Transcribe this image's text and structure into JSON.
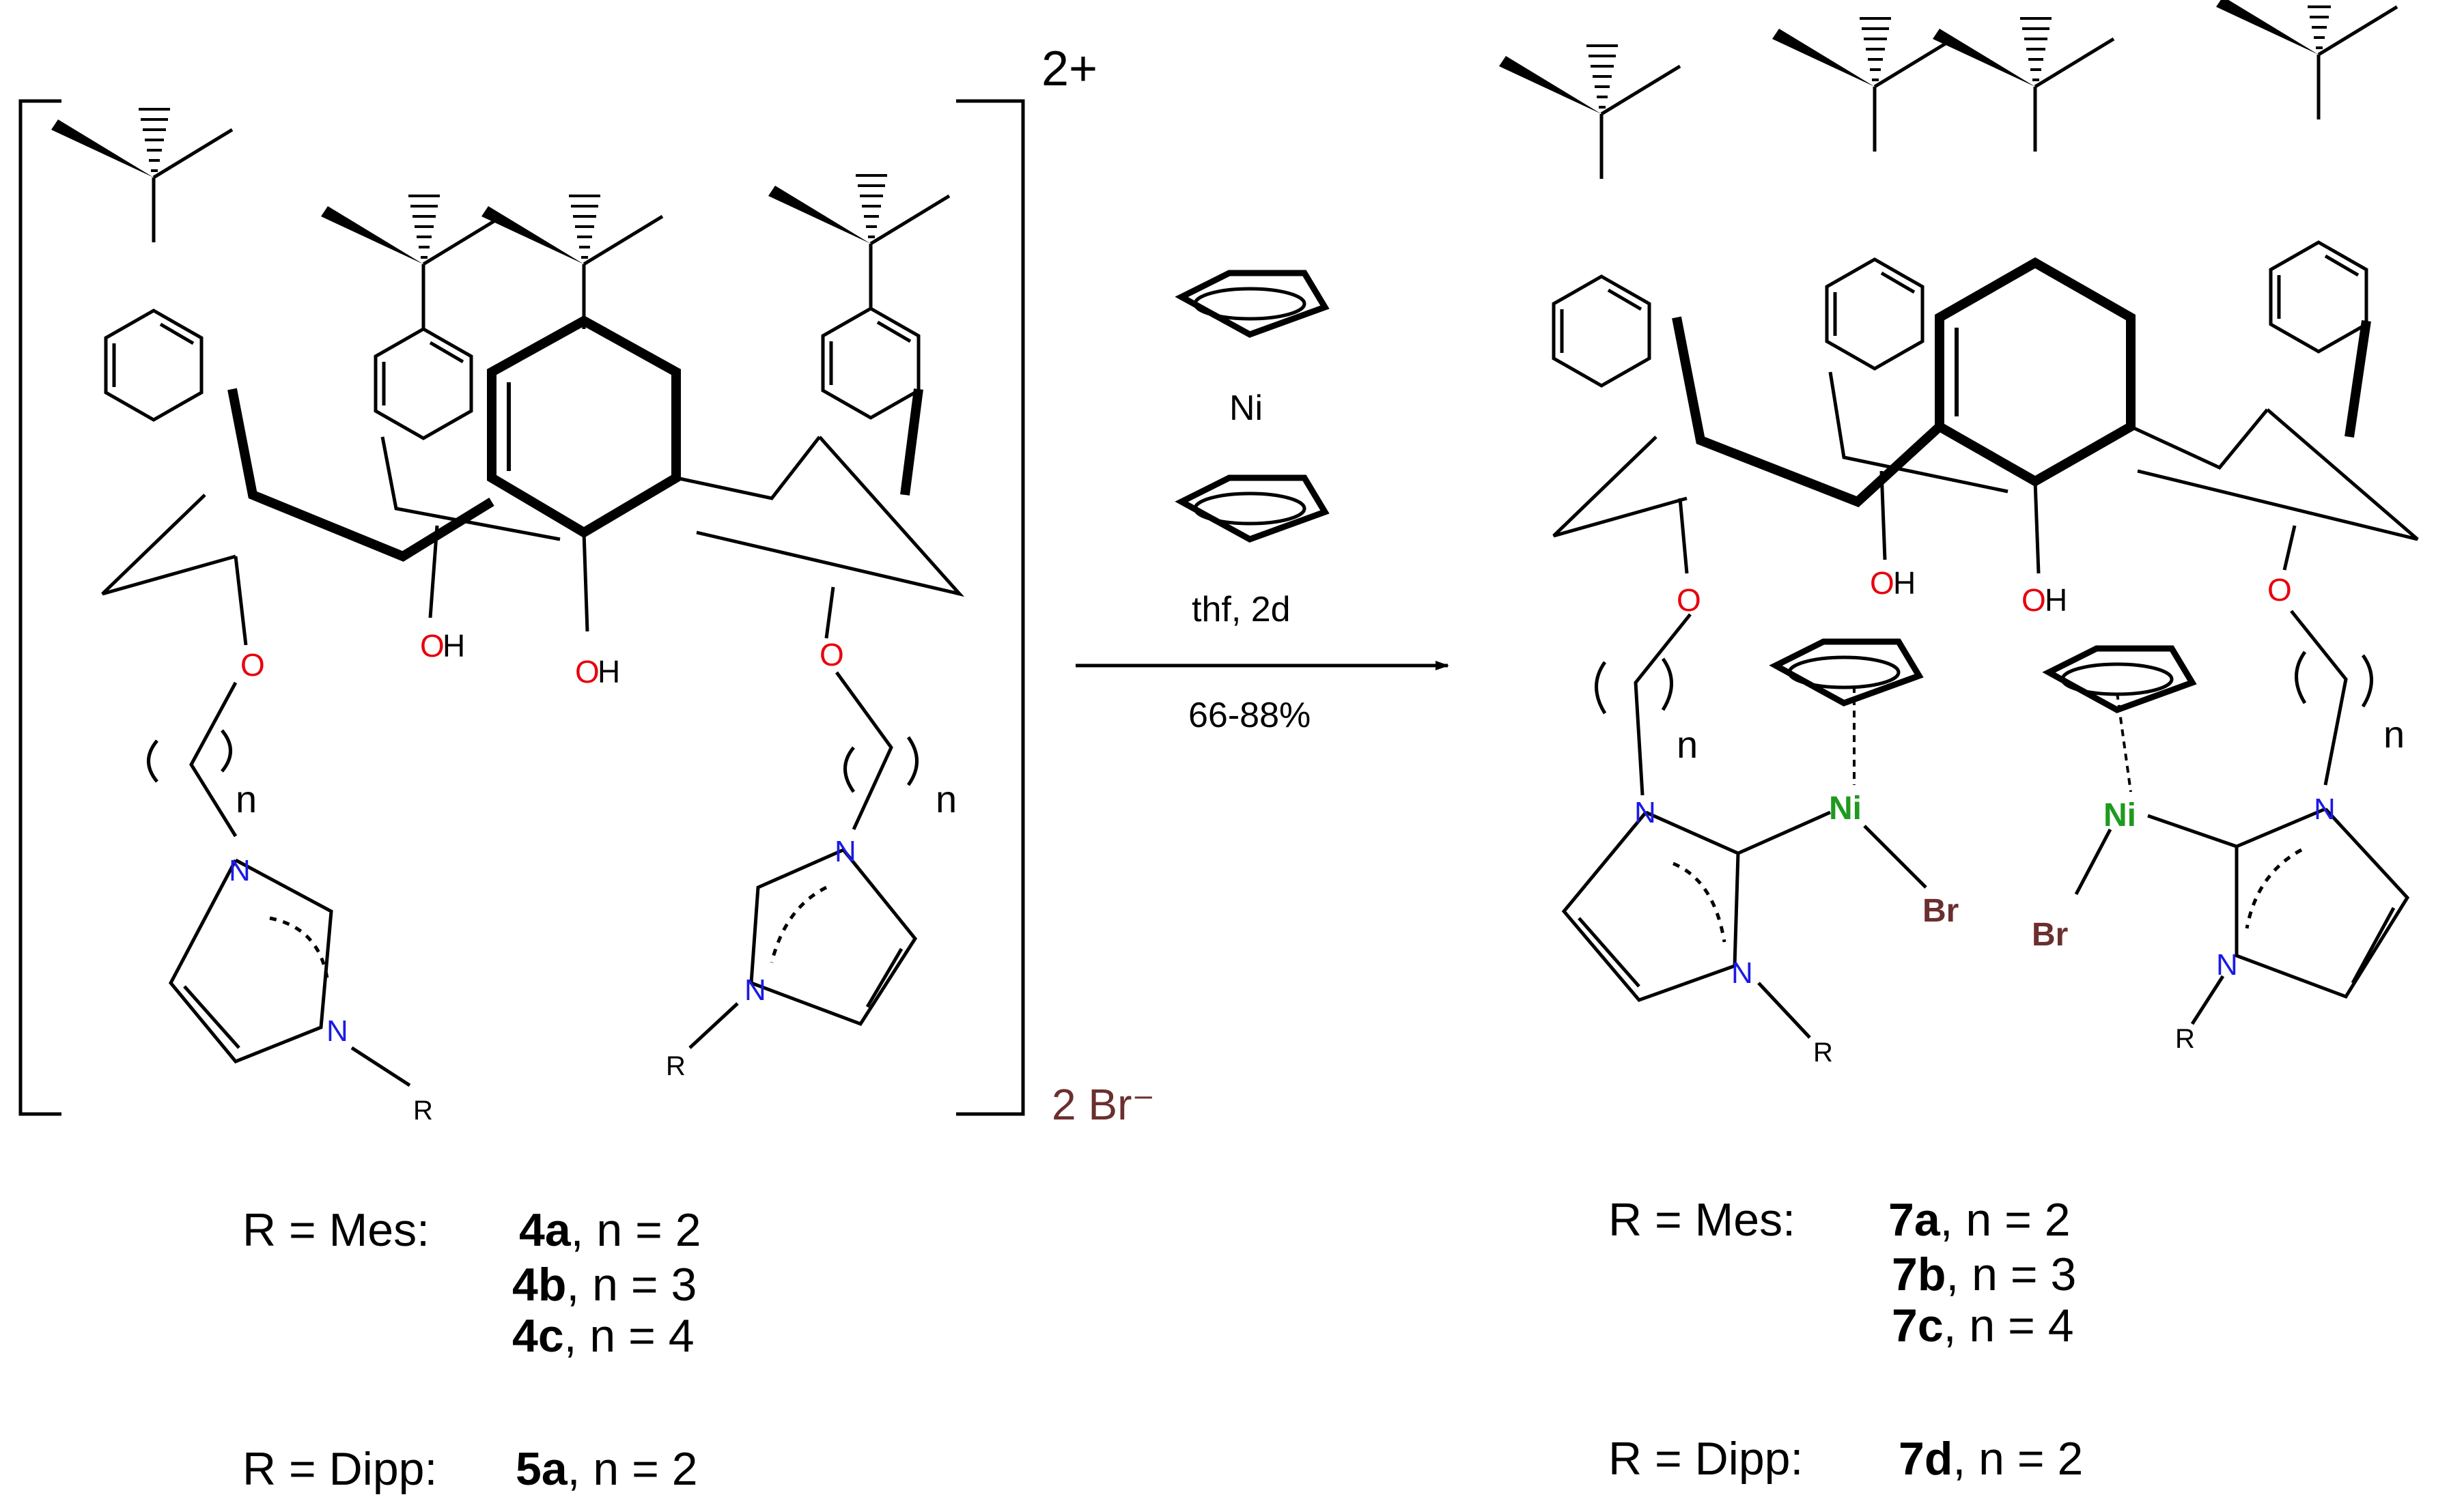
{
  "left": {
    "charge": "2+",
    "counterion": "2 Br⁻",
    "atoms": {
      "o1": "O",
      "o2": "O",
      "oh1": {
        "o": "O",
        "h": "H"
      },
      "oh2": {
        "o": "O",
        "h": "H"
      },
      "n1": "N",
      "n2": "N",
      "n3": "N",
      "n4": "N",
      "r1": "R",
      "r2": "R",
      "n_index1": "n",
      "n_index2": "n"
    },
    "legend": {
      "mes_label": "R = Mes:",
      "dipp_label": "R = Dipp:",
      "entries": [
        {
          "compound": "4a",
          "rest": ", n = 2"
        },
        {
          "compound": "4b",
          "rest": ", n = 3"
        },
        {
          "compound": "4c",
          "rest": ", n = 4"
        },
        {
          "compound": "5a",
          "rest": ", n = 2"
        }
      ]
    }
  },
  "arrow": {
    "metal": "Ni",
    "conditions": "thf, 2d",
    "yield": "66-88%"
  },
  "right": {
    "atoms": {
      "o1": "O",
      "o2": "O",
      "oh1": {
        "o": "O",
        "h": "H"
      },
      "oh2": {
        "o": "O",
        "h": "H"
      },
      "n1": "N",
      "n2": "N",
      "n3": "N",
      "n4": "N",
      "ni1": "Ni",
      "ni2": "Ni",
      "br1": "Br",
      "br2": "Br",
      "r1": "R",
      "r2": "R",
      "n_index1": "n",
      "n_index2": "n"
    },
    "legend": {
      "mes_label": "R = Mes:",
      "dipp_label": "R = Dipp:",
      "entries": [
        {
          "compound": "7a",
          "rest": ", n = 2"
        },
        {
          "compound": "7b",
          "rest": ", n = 3"
        },
        {
          "compound": "7c",
          "rest": ", n = 4"
        },
        {
          "compound": "7d",
          "rest": ", n = 2"
        }
      ]
    }
  },
  "colors": {
    "oxygen": "#e8000b",
    "nitrogen": "#1a1ae6",
    "nickel": "#1f9a1f",
    "bromine": "#6b2f2f"
  }
}
